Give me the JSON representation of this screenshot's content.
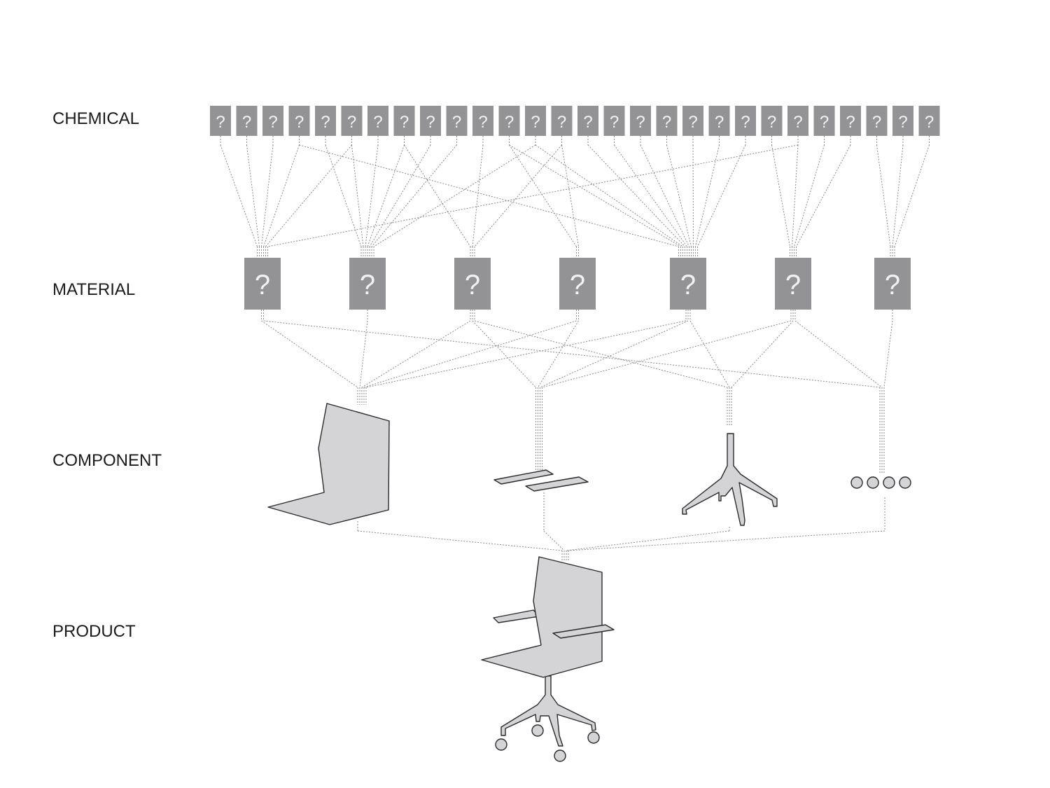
{
  "levels": {
    "chemical": "CHEMICAL",
    "material": "MATERIAL",
    "component": "COMPONENT",
    "product": "PRODUCT"
  },
  "unknown_symbol": "?",
  "chemical_count": 28,
  "material_count": 7,
  "component_names": [
    "seat-shell-icon",
    "armrests-icon",
    "star-base-icon",
    "casters-icon"
  ],
  "product_name": "office-chair-icon",
  "colors": {
    "box_fill": "#939396",
    "box_text": "#f2f2f2",
    "part_fill": "#d4d4d6",
    "link": "#8a8a8a"
  }
}
